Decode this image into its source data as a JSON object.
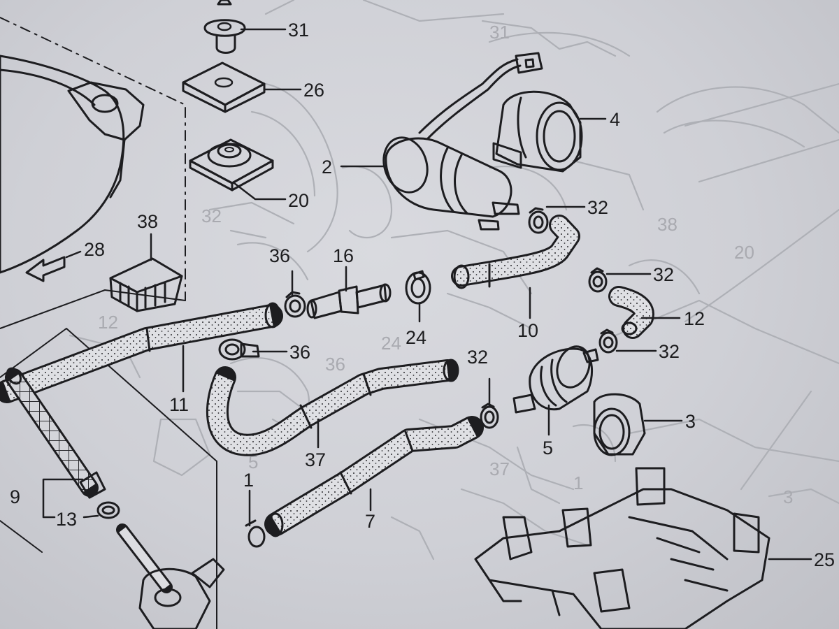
{
  "diagram": {
    "colors": {
      "ink": "#1d1d20",
      "paper": "#d6d7dc",
      "ghost": "#aeb0b6"
    },
    "callouts": [
      {
        "id": "31",
        "text": "31"
      },
      {
        "id": "26",
        "text": "26"
      },
      {
        "id": "4",
        "text": "4"
      },
      {
        "id": "2",
        "text": "2"
      },
      {
        "id": "20",
        "text": "20"
      },
      {
        "id": "32a",
        "text": "32"
      },
      {
        "id": "38",
        "text": "38"
      },
      {
        "id": "28",
        "text": "28"
      },
      {
        "id": "36a",
        "text": "36"
      },
      {
        "id": "16",
        "text": "16"
      },
      {
        "id": "32b",
        "text": "32"
      },
      {
        "id": "12",
        "text": "12"
      },
      {
        "id": "10",
        "text": "10"
      },
      {
        "id": "24",
        "text": "24"
      },
      {
        "id": "36b",
        "text": "36"
      },
      {
        "id": "32c",
        "text": "32"
      },
      {
        "id": "32d",
        "text": "32"
      },
      {
        "id": "11",
        "text": "11"
      },
      {
        "id": "3",
        "text": "3"
      },
      {
        "id": "37",
        "text": "37"
      },
      {
        "id": "5",
        "text": "5"
      },
      {
        "id": "1",
        "text": "1"
      },
      {
        "id": "9",
        "text": "9"
      },
      {
        "id": "7",
        "text": "7"
      },
      {
        "id": "13",
        "text": "13"
      },
      {
        "id": "25",
        "text": "25"
      }
    ],
    "ghost_labels": [
      "31",
      "32",
      "20",
      "38",
      "12",
      "24",
      "36",
      "37",
      "5",
      "1",
      "3"
    ]
  }
}
